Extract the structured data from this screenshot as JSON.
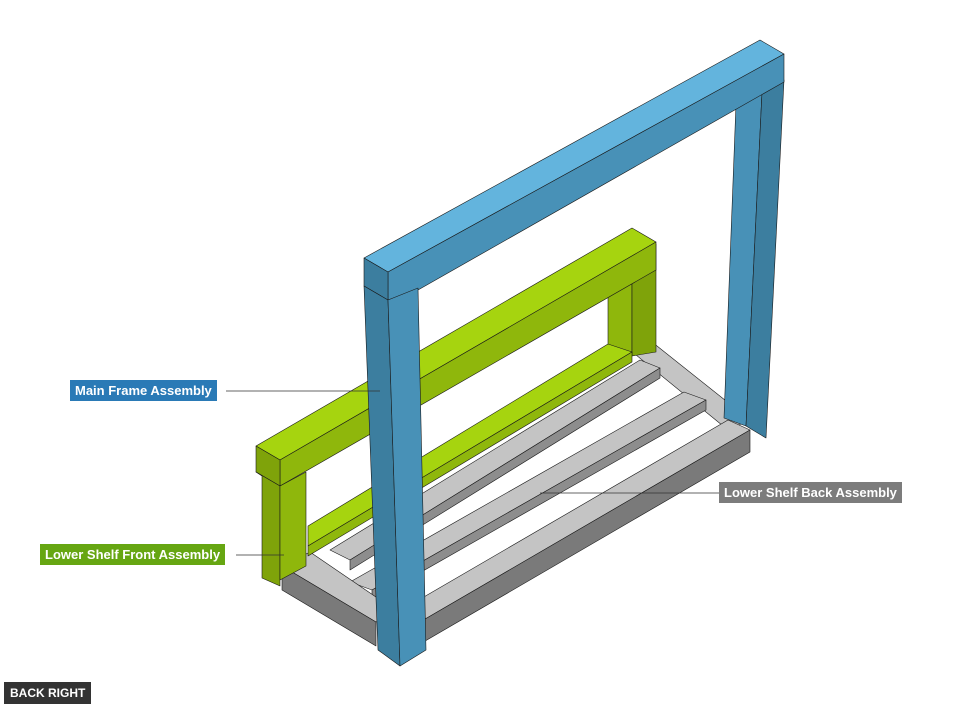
{
  "callouts": {
    "main_frame": {
      "text": "Main Frame Assembly",
      "color": "#2a7ab6"
    },
    "lower_shelf_front": {
      "text": "Lower Shelf Front Assembly",
      "color": "#66a612"
    },
    "lower_shelf_back": {
      "text": "Lower Shelf Back Assembly",
      "color": "#7c7c7c"
    }
  },
  "view_label": "BACK RIGHT",
  "colors": {
    "blue_top": "#63b4dd",
    "blue_side": "#4891b7",
    "blue_front": "#3c7e9f",
    "green_top": "#a6d40f",
    "green_side": "#8fb70c",
    "green_front": "#7fa30a",
    "gray_top": "#c4c4c4",
    "gray_side": "#8d8d8d",
    "gray_dark": "#7a7a7a",
    "edge": "#1a1a1a",
    "leader": "#333333"
  }
}
